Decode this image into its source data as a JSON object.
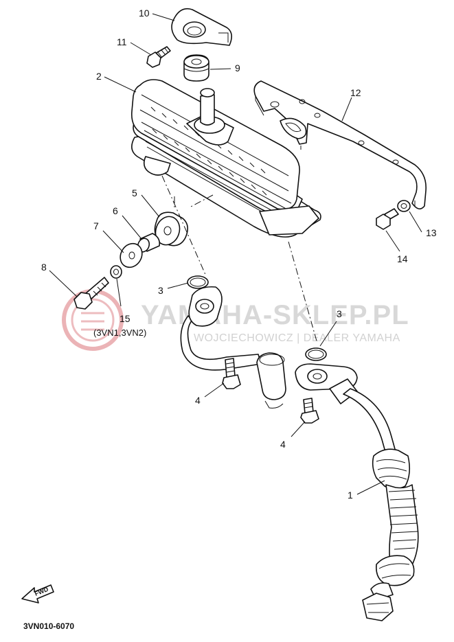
{
  "watermark": {
    "main": "YAMAHA-SKLEP.PL",
    "sub": "WOJCIECHOWICZ | DEALER YAMAHA",
    "logo_color": "#e6a0a4"
  },
  "callouts": {
    "c1": "1",
    "c2": "2",
    "c3a": "3",
    "c3b": "3",
    "c4a": "4",
    "c4b": "4",
    "c5": "5",
    "c6": "6",
    "c7": "7",
    "c8": "8",
    "c9": "9",
    "c10": "10",
    "c11": "11",
    "c12": "12",
    "c13": "13",
    "c14": "14",
    "c15": "15"
  },
  "notes": {
    "model_applicability": "(3VN1,3VN2)"
  },
  "fwd_label": "FWD",
  "diagram_code": "3VN010-6070"
}
